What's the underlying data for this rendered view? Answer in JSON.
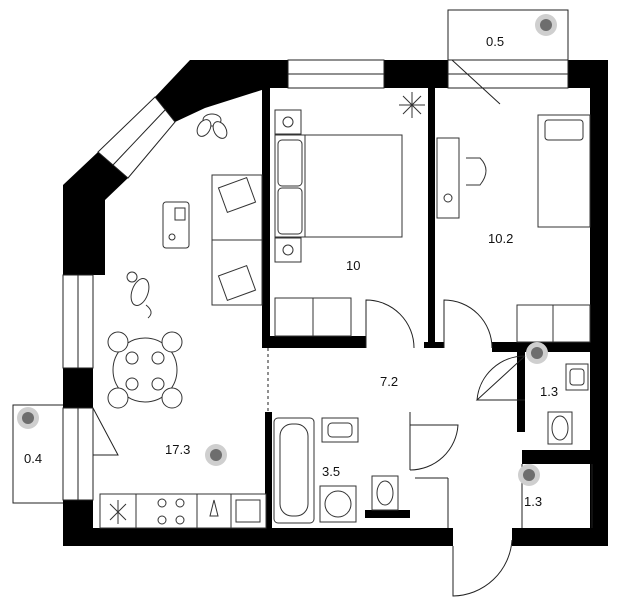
{
  "colors": {
    "wall": "#000000",
    "line": "#2a2a2a",
    "marker_outer": "#cfcfcf",
    "marker_inner": "#6e6e6e",
    "window": "#ffffff"
  },
  "rooms": [
    {
      "id": "living-kitchen",
      "area": "17.3"
    },
    {
      "id": "bedroom",
      "area": "10"
    },
    {
      "id": "bedroom-2",
      "area": "10.2"
    },
    {
      "id": "hallway",
      "area": "7.2"
    },
    {
      "id": "bathroom",
      "area": "3.5"
    },
    {
      "id": "toilet",
      "area": "1.3"
    },
    {
      "id": "storage",
      "area": "1.3"
    },
    {
      "id": "balcony-top",
      "area": "0.5"
    },
    {
      "id": "balcony-left",
      "area": "0.4"
    }
  ],
  "icons": {
    "plant": "plant-icon",
    "cat": "cat-icon",
    "marker": "room-marker-icon"
  }
}
